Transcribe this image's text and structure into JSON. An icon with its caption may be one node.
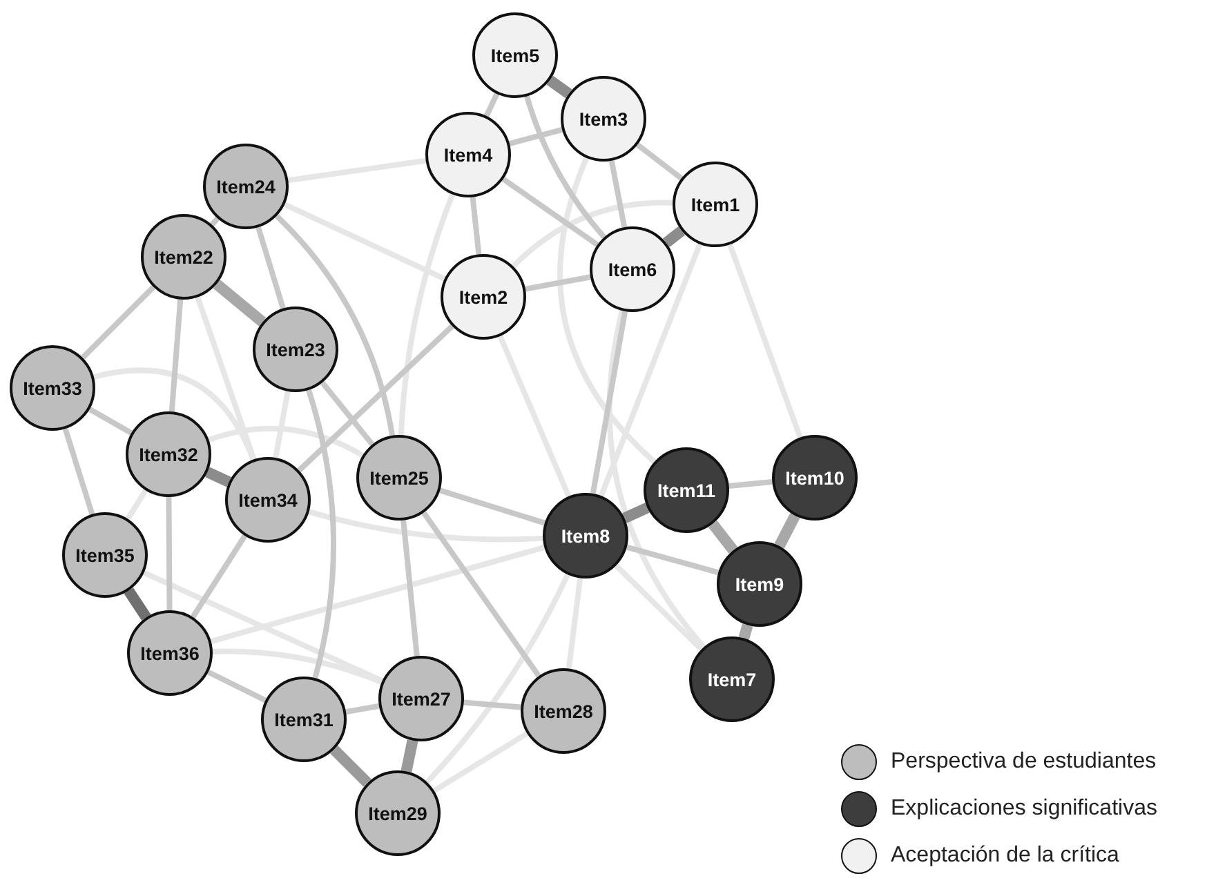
{
  "diagram": {
    "nodes": [
      {
        "text": [
          "Item5"
        ]
      },
      {
        "text": [
          "Item3"
        ]
      },
      {
        "text": [
          "Item4"
        ]
      },
      {
        "text": [
          "Item24"
        ]
      },
      {
        "text": [
          "Item1"
        ]
      },
      {
        "text": [
          "Item22"
        ]
      },
      {
        "text": [
          "Item6"
        ]
      },
      {
        "text": [
          "Item2"
        ]
      },
      {
        "text": [
          "Item23"
        ]
      },
      {
        "text": [
          "Item33"
        ]
      },
      {
        "text": [
          "Item32"
        ]
      },
      {
        "text": [
          "Item25"
        ]
      },
      {
        "text": [
          "Item10"
        ]
      },
      {
        "text": [
          "Item11"
        ]
      },
      {
        "text": [
          "Item34"
        ]
      },
      {
        "text": [
          "Item8"
        ]
      },
      {
        "text": [
          "Item35"
        ]
      },
      {
        "text": [
          "Item9"
        ]
      },
      {
        "text": [
          "Item36"
        ]
      },
      {
        "text": [
          "Item7"
        ]
      },
      {
        "text": [
          "Item27"
        ]
      },
      {
        "text": [
          "Item28"
        ]
      },
      {
        "text": [
          "Item31"
        ]
      },
      {
        "text": [
          "Item29"
        ]
      }
    ],
    "edges": [
      {
        "from": 3,
        "to": 7,
        "arrow": "none",
        "color": "#e6e6e6"
      },
      {
        "from": 3,
        "to": 2,
        "arrow": "none",
        "color": "#e6e6e6"
      },
      {
        "from": 18,
        "to": 15,
        "arrow": "none",
        "color": "#e6e6e6"
      },
      {
        "from": 4,
        "to": 12,
        "arrow": "none",
        "color": "#e6e6e6"
      },
      {
        "from": 6,
        "to": 19,
        "arrow": "none",
        "color": "#e6e6e6"
      },
      {
        "from": 2,
        "to": 11,
        "arrow": "none",
        "color": "#e6e6e6"
      },
      {
        "from": 1,
        "to": 13,
        "arrow": "none",
        "color": "#e6e6e6"
      },
      {
        "from": 18,
        "to": 20,
        "arrow": "none",
        "color": "#e6e6e6"
      },
      {
        "from": 5,
        "to": 14,
        "arrow": "none",
        "color": "#e6e6e6"
      },
      {
        "from": 8,
        "to": 14,
        "arrow": "none",
        "color": "#e6e6e6"
      },
      {
        "from": 7,
        "to": 15,
        "arrow": "none",
        "color": "#e6e6e6"
      },
      {
        "from": 4,
        "to": 15,
        "arrow": "none",
        "color": "#e6e6e6"
      },
      {
        "from": 10,
        "to": 11,
        "arrow": "none",
        "color": "#e6e6e6"
      },
      {
        "from": 15,
        "to": 19,
        "arrow": "none",
        "color": "#e6e6e6"
      },
      {
        "from": 16,
        "to": 20,
        "arrow": "none",
        "color": "#e6e6e6"
      },
      {
        "from": 9,
        "to": 14,
        "arrow": "none",
        "color": "#e6e6e6"
      },
      {
        "from": 7,
        "to": 4,
        "arrow": "none",
        "color": "#e6e6e6"
      },
      {
        "from": 10,
        "to": 16,
        "arrow": "none",
        "color": "#e6e6e6"
      },
      {
        "from": 14,
        "to": 15,
        "arrow": "none",
        "color": "#e6e6e6"
      },
      {
        "from": 15,
        "to": 21,
        "arrow": "none",
        "color": "#e6e6e6"
      },
      {
        "from": 15,
        "to": 23,
        "arrow": "none",
        "color": "#e6e6e6"
      },
      {
        "from": 21,
        "to": 23,
        "arrow": "none",
        "color": "#e6e6e6"
      },
      {
        "from": 0,
        "to": 2,
        "arrow": "none"
      },
      {
        "from": 0,
        "to": 6,
        "arrow": "none"
      },
      {
        "from": 2,
        "to": 1,
        "arrow": "none"
      },
      {
        "from": 1,
        "to": 4,
        "arrow": "none"
      },
      {
        "from": 1,
        "to": 6,
        "arrow": "none"
      },
      {
        "from": 2,
        "to": 6,
        "arrow": "none"
      },
      {
        "from": 2,
        "to": 7,
        "arrow": "none"
      },
      {
        "from": 7,
        "to": 6,
        "arrow": "none"
      },
      {
        "from": 6,
        "to": 15,
        "arrow": "none"
      },
      {
        "from": 7,
        "to": 14,
        "arrow": "none"
      },
      {
        "from": 3,
        "to": 5,
        "arrow": "none"
      },
      {
        "from": 3,
        "to": 8,
        "arrow": "none"
      },
      {
        "from": 3,
        "to": 11,
        "arrow": "none"
      },
      {
        "from": 5,
        "to": 10,
        "arrow": "none"
      },
      {
        "from": 5,
        "to": 9,
        "arrow": "none"
      },
      {
        "from": 8,
        "to": 11,
        "arrow": "none"
      },
      {
        "from": 8,
        "to": 22,
        "arrow": "none"
      },
      {
        "from": 9,
        "to": 10,
        "arrow": "none"
      },
      {
        "from": 9,
        "to": 16,
        "arrow": "none"
      },
      {
        "from": 10,
        "to": 18,
        "arrow": "none"
      },
      {
        "from": 14,
        "to": 18,
        "arrow": "none"
      },
      {
        "from": 18,
        "to": 22,
        "arrow": "none"
      },
      {
        "from": 22,
        "to": 20,
        "arrow": "none"
      },
      {
        "from": 20,
        "to": 21,
        "arrow": "none"
      },
      {
        "from": 11,
        "to": 20,
        "arrow": "none"
      },
      {
        "from": 11,
        "to": 21,
        "arrow": "none"
      },
      {
        "from": 11,
        "to": 15,
        "arrow": "none"
      },
      {
        "from": 15,
        "to": 17,
        "arrow": "none"
      },
      {
        "from": 13,
        "to": 12,
        "arrow": "none"
      },
      {
        "from": 13,
        "to": 17,
        "arrow": "none",
        "style": "thick",
        "color": "#a8a8a8"
      },
      {
        "from": 12,
        "to": 17,
        "arrow": "none",
        "style": "thick",
        "color": "#a8a8a8"
      },
      {
        "from": 17,
        "to": 19,
        "arrow": "none",
        "style": "thick",
        "color": "#a8a8a8"
      },
      {
        "from": 0,
        "to": 1,
        "arrow": "none",
        "style": "thick",
        "color": "#8c8c8c"
      },
      {
        "from": 4,
        "to": 6,
        "arrow": "none",
        "style": "thick",
        "color": "#8c8c8c"
      },
      {
        "from": 5,
        "to": 8,
        "arrow": "none",
        "style": "thick",
        "color": "#a8a8a8"
      },
      {
        "from": 10,
        "to": 14,
        "arrow": "none",
        "style": "thick",
        "color": "#8c8c8c"
      },
      {
        "from": 16,
        "to": 18,
        "arrow": "none",
        "style": "thick",
        "color": "#707070"
      },
      {
        "from": 22,
        "to": 23,
        "arrow": "none",
        "style": "thick",
        "color": "#9a9a9a"
      },
      {
        "from": 20,
        "to": 23,
        "arrow": "none",
        "style": "thick",
        "color": "#9a9a9a"
      },
      {
        "from": 15,
        "to": 13,
        "arrow": "none",
        "style": "thick",
        "color": "#8c8c8c"
      }
    ],
    "legend": [
      {
        "text": "Perspectiva de estudiantes",
        "color": "#bdbdbd"
      },
      {
        "text": "Explicaciones significativas",
        "color": "#3d3d3d"
      },
      {
        "text": "Aceptación de la crítica",
        "color": "#f1f1f1"
      }
    ]
  }
}
